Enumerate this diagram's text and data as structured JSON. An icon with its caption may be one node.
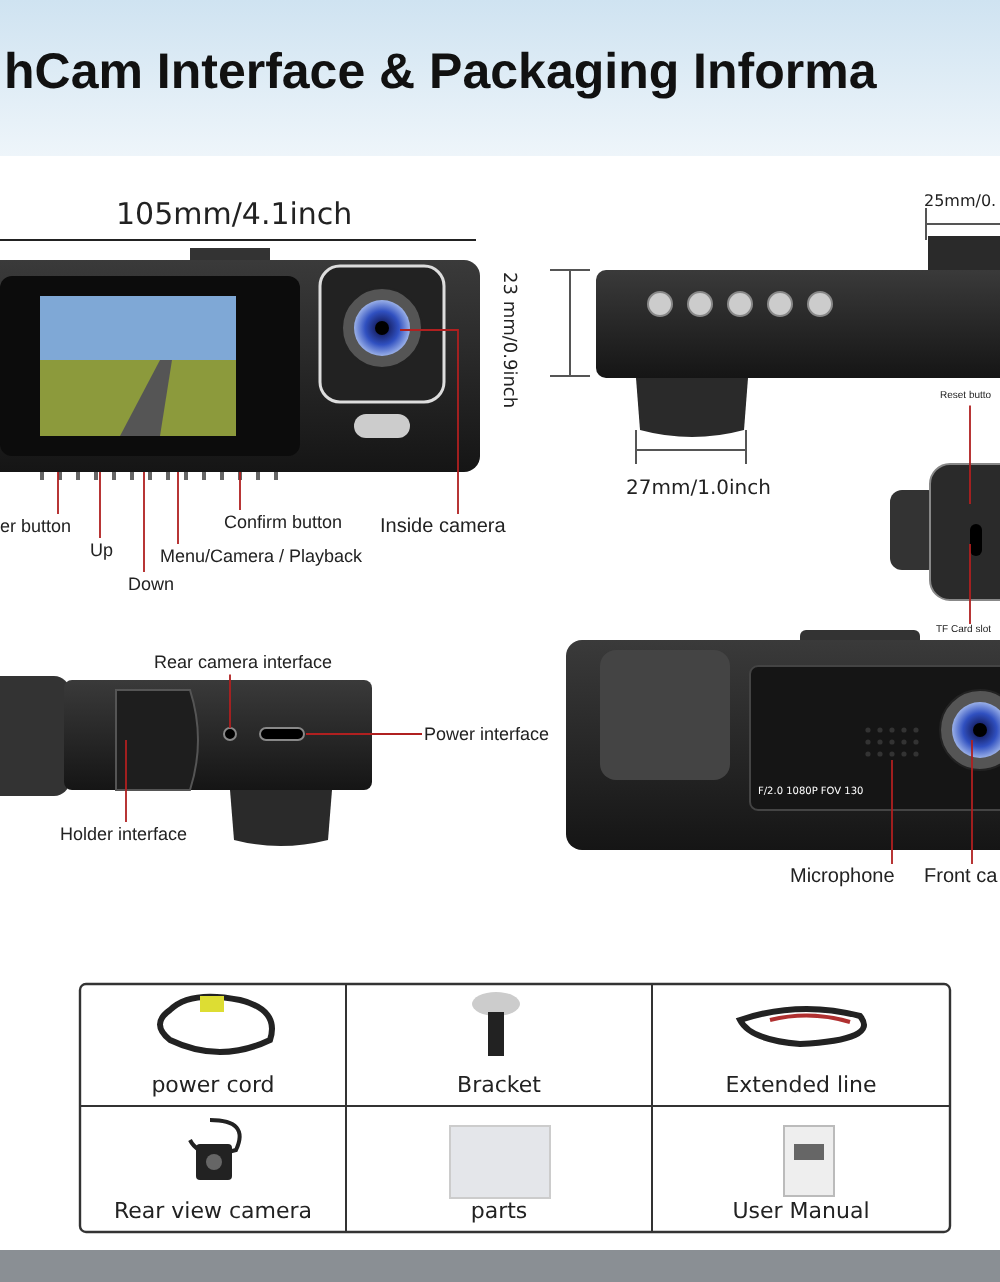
{
  "diagram": {
    "title": "hCam Interface & Packaging Informa",
    "nodes": [
      {
        "text": [
          "er button"
        ]
      },
      {
        "text": [
          "Up"
        ]
      },
      {
        "text": [
          "Down"
        ]
      },
      {
        "text": [
          "Menu/Camera / Playback"
        ]
      },
      {
        "text": [
          "Confirm button"
        ]
      },
      {
        "text": [
          "Inside camera"
        ]
      },
      {
        "text": [
          "Reset butto"
        ]
      },
      {
        "text": [
          "TF Card slot"
        ]
      },
      {
        "text": [
          "Rear camera interface"
        ]
      },
      {
        "text": [
          "Power interface"
        ]
      },
      {
        "text": [
          "Holder interface"
        ]
      },
      {
        "text": [
          "Microphone"
        ]
      },
      {
        "text": [
          "Front ca"
        ]
      }
    ],
    "edges": [
      {
        "from": 0,
        "to": null,
        "arrow": "none"
      },
      {
        "from": 1,
        "to": null,
        "arrow": "none"
      },
      {
        "from": 2,
        "to": null,
        "arrow": "none"
      },
      {
        "from": 3,
        "to": null,
        "arrow": "none"
      },
      {
        "from": 4,
        "to": null,
        "arrow": "none"
      },
      {
        "from": 5,
        "to": null,
        "arrow": "none"
      },
      {
        "from": 6,
        "to": null,
        "arrow": "none"
      },
      {
        "from": 7,
        "to": null,
        "arrow": "none"
      },
      {
        "from": 8,
        "to": null,
        "arrow": "none"
      },
      {
        "from": 9,
        "to": null,
        "arrow": "none"
      },
      {
        "from": 10,
        "to": null,
        "arrow": "none"
      },
      {
        "from": 11,
        "to": null,
        "arrow": "none"
      },
      {
        "from": 12,
        "to": null,
        "arrow": "none"
      }
    ],
    "labels": [
      "105mm/4.1inch",
      "23 mm/0.9inch",
      "25mm/0.",
      "27mm/1.0inch",
      "F/2.0 1080P FOV 130",
      "power cord",
      "Bracket",
      "Extended line",
      "Rear view camera",
      "parts",
      "User Manual"
    ]
  }
}
